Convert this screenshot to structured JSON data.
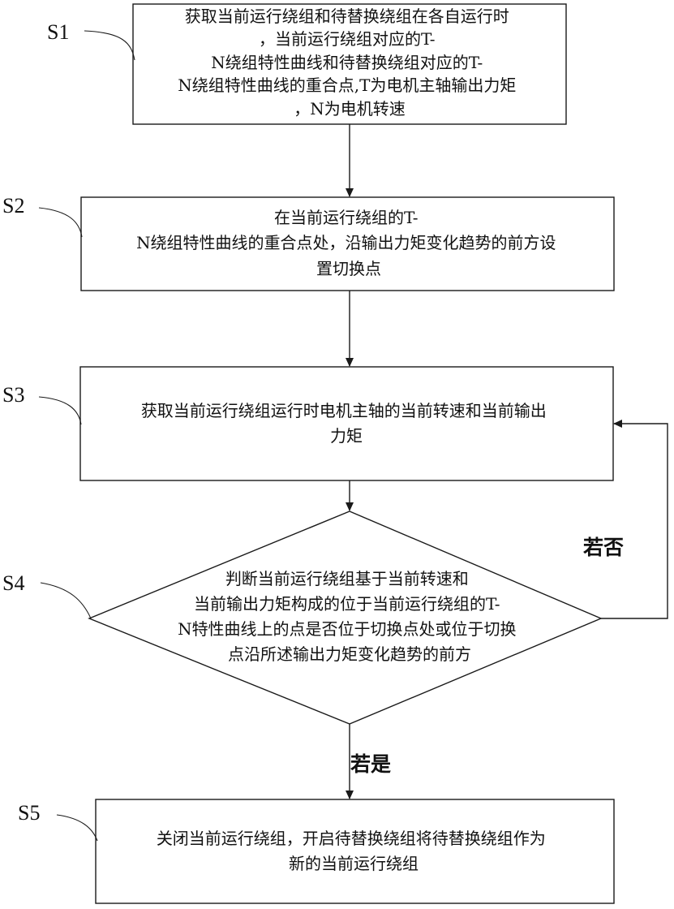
{
  "steps": {
    "s1": {
      "label": "S1",
      "lines": [
        "获取当前运行绕组和待替换绕组在各自运行时",
        "，当前运行绕组对应的T-",
        "N绕组特性曲线和待替换绕组对应的T-",
        "N绕组特性曲线的重合点,T为电机主轴输出力矩",
        "，N为电机转速"
      ]
    },
    "s2": {
      "label": "S2",
      "lines": [
        "在当前运行绕组的T-",
        "N绕组特性曲线的重合点处，沿输出力矩变化趋势的前方设",
        "置切换点"
      ]
    },
    "s3": {
      "label": "S3",
      "lines": [
        "获取当前运行绕组运行时电机主轴的当前转速和当前输出",
        "力矩"
      ]
    },
    "s4": {
      "label": "S4",
      "lines": [
        "判断当前运行绕组基于当前转速和",
        "当前输出力矩构成的位于当前运行绕组的T-",
        "N特性曲线上的点是否位于切换点处或位于切换",
        "点沿所述输出力矩变化趋势的前方"
      ]
    },
    "s5": {
      "label": "S5",
      "lines": [
        "关闭当前运行绕组，开启待替换绕组将待替换绕组作为",
        "新的当前运行绕组"
      ]
    }
  },
  "branches": {
    "no": "若否",
    "yes": "若是"
  }
}
